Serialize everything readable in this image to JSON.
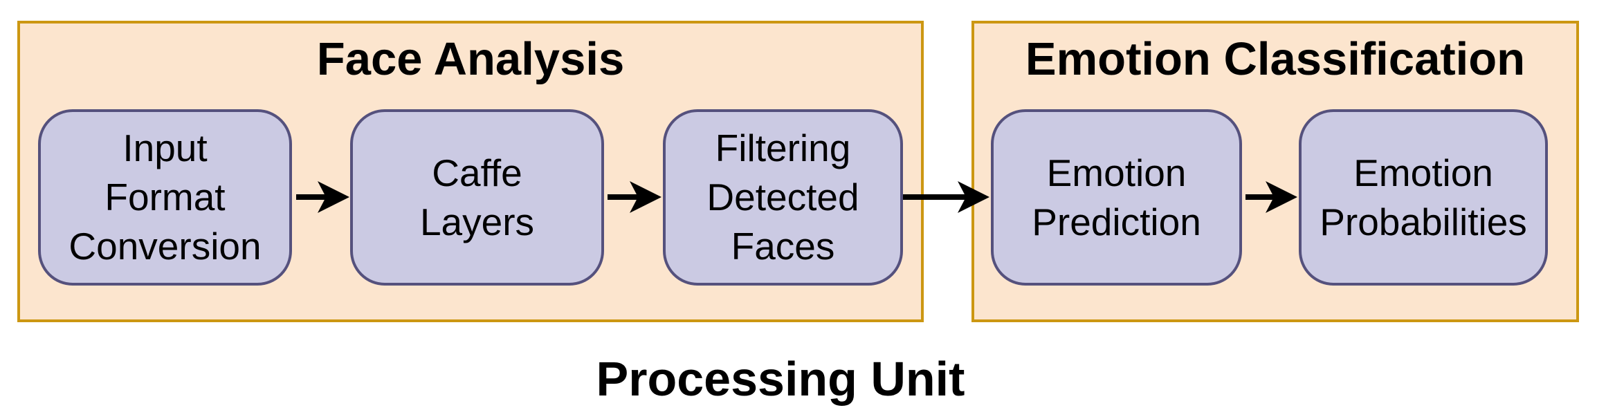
{
  "diagram": {
    "caption": "Processing Unit",
    "colors": {
      "group_fill": "#FCE5CE",
      "group_border": "#CC9712",
      "node_fill": "#CBCAE3",
      "node_border": "#55517D",
      "arrow": "#000000",
      "text": "#000000"
    },
    "groups": [
      {
        "title": "Face Analysis",
        "nodes": [
          {
            "label": "Input\nFormat\nConversion"
          },
          {
            "label": "Caffe\nLayers"
          },
          {
            "label": "Filtering\nDetected\nFaces"
          }
        ]
      },
      {
        "title": "Emotion Classification",
        "nodes": [
          {
            "label": "Emotion\nPrediction"
          },
          {
            "label": "Emotion\nProbabilities"
          }
        ]
      }
    ],
    "arrows": [
      {
        "from": "Input Format Conversion",
        "to": "Caffe Layers"
      },
      {
        "from": "Caffe Layers",
        "to": "Filtering Detected Faces"
      },
      {
        "from": "Filtering Detected Faces",
        "to": "Emotion Prediction"
      },
      {
        "from": "Emotion Prediction",
        "to": "Emotion Probabilities"
      }
    ]
  }
}
